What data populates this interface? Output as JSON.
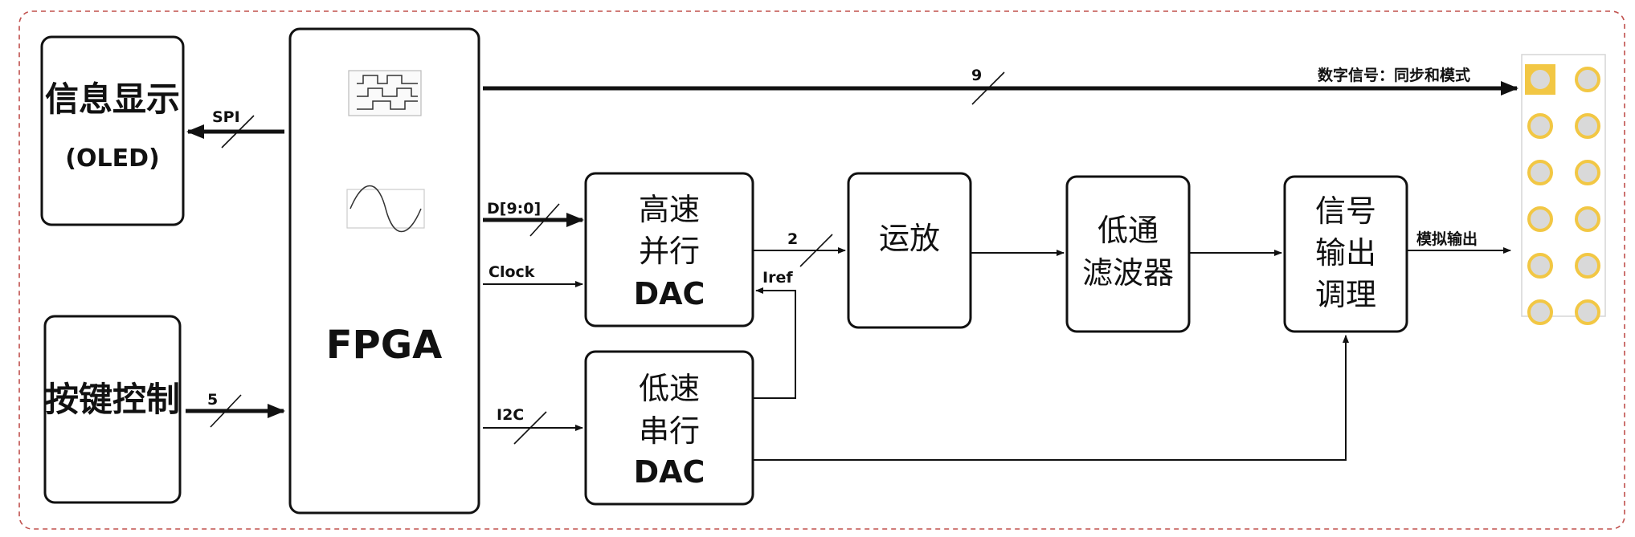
{
  "blocks": {
    "display": {
      "line1": "信息显示",
      "line2": "(OLED)"
    },
    "keys": {
      "label": "按键控制"
    },
    "fpga": {
      "label": "FPGA"
    },
    "hs_dac": {
      "line1": "高速",
      "line2": "并行",
      "line3": "DAC"
    },
    "ls_dac": {
      "line1": "低速",
      "line2": "串行",
      "line3": "DAC"
    },
    "opamp": {
      "label": "运放"
    },
    "lpf": {
      "line1": "低通",
      "line2": "滤波器"
    },
    "cond": {
      "line1": "信号",
      "line2": "输出",
      "line3": "调理"
    }
  },
  "signals": {
    "spi": "SPI",
    "keys_width": "5",
    "digital_width": "9",
    "digital_label": "数字信号：同步和模式",
    "data_bus": "D[9:0]",
    "clock": "Clock",
    "i2c": "I2C",
    "dac_out_width": "2",
    "iref": "Iref",
    "analog_out": "模拟输出"
  },
  "colors": {
    "border": "#c0504d",
    "pin_fill": "#d9d9d9",
    "pin_ring": "#f2c744",
    "pin_highlight": "#f2c744"
  }
}
